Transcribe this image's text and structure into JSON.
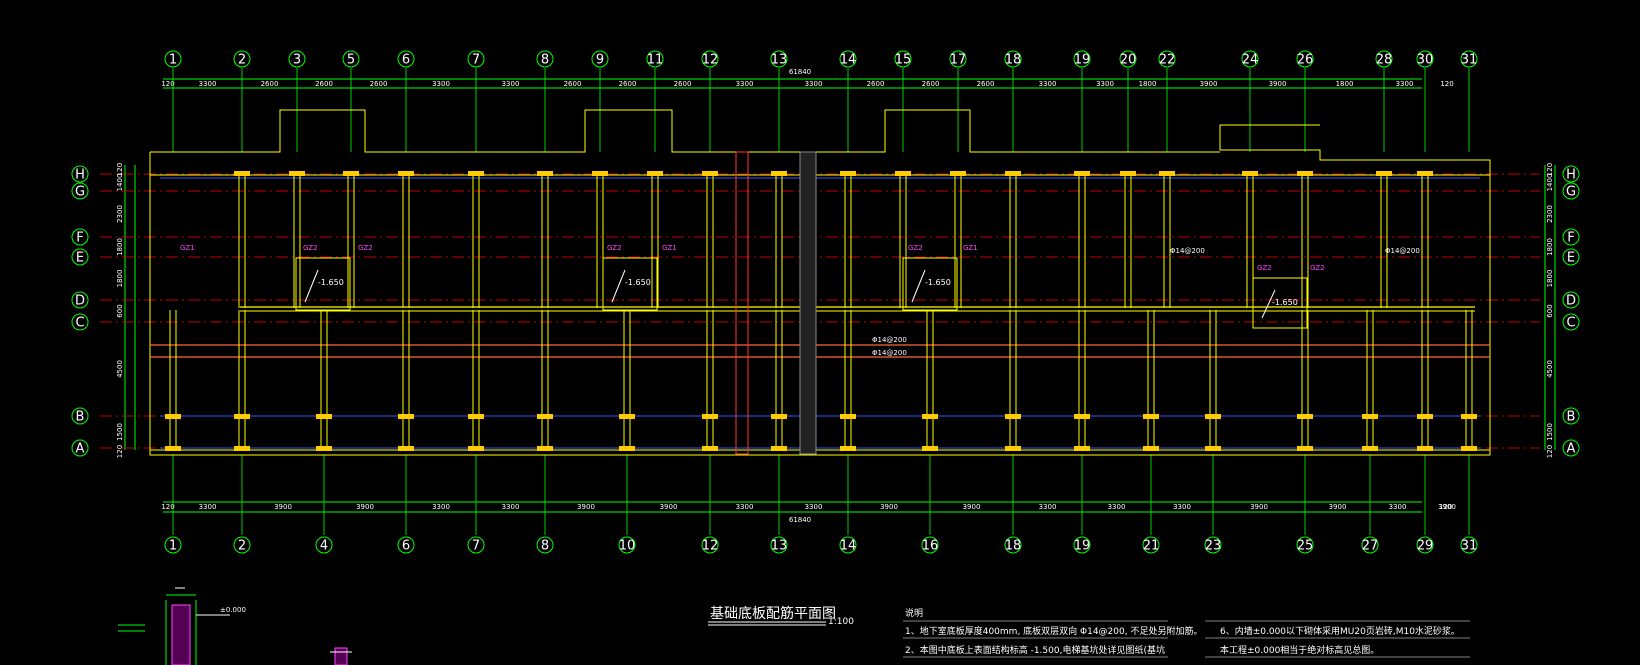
{
  "drawing": {
    "title": "基础底板配筋平面图",
    "scale": "1:100",
    "top_axes": [
      "1",
      "2",
      "3",
      "5",
      "6",
      "7",
      "8",
      "9",
      "11",
      "12",
      "13",
      "14",
      "15",
      "17",
      "18",
      "19",
      "20",
      "22",
      "24",
      "26",
      "28",
      "30",
      "31"
    ],
    "bottom_axes": [
      "1",
      "2",
      "4",
      "6",
      "7",
      "8",
      "10",
      "12",
      "13",
      "14",
      "16",
      "18",
      "19",
      "21",
      "23",
      "25",
      "27",
      "29",
      "31"
    ],
    "row_axes": [
      "H",
      "G",
      "F",
      "E",
      "D",
      "C",
      "B",
      "A"
    ],
    "overall_dimension": "61840",
    "top_dims": [
      "120",
      "3300",
      "2600",
      "2600",
      "2600",
      "3300",
      "3300",
      "2600",
      "2600",
      "2600",
      "3300",
      "3300",
      "2600",
      "2600",
      "2600",
      "3300",
      "3300",
      "1800",
      "3900",
      "3900",
      "1800",
      "3300",
      "120"
    ],
    "bottom_dims": [
      "120",
      "3300",
      "3900",
      "3900",
      "3300",
      "3300",
      "3900",
      "3900",
      "3300",
      "3300",
      "3900",
      "3900",
      "3300",
      "3300",
      "3300",
      "3900",
      "3900",
      "3300",
      "3900",
      "120"
    ],
    "left_dims": [
      "120",
      "1400",
      "2300",
      "1800",
      "1800",
      "600",
      "4500",
      "1500",
      "120"
    ],
    "elevations": [
      "-1.650",
      "-1.650",
      "-1.650",
      "-1.650"
    ],
    "pit_tags": [
      "GZ1",
      "GZ2",
      "GZ2",
      "GZ2",
      "GZ1",
      "GZ2",
      "GZ1",
      "GZ2",
      "GZ2"
    ],
    "rebar_labels": [
      "Φ14@200",
      "Φ14@200",
      "Φ14@200",
      "Φ14@200"
    ],
    "notes_header": "说明",
    "notes_left": [
      "1、地下室底板厚度400mm, 底板双层双向 Φ14@200, 不足处另附加筋。",
      "2、本图中底板上表面结构标高 -1.500,电梯基坑处详见图纸(基坑"
    ],
    "notes_right": [
      "6、内墙±0.000以下砌体采用MU20页岩砖,M10水泥砂浆。",
      "本工程±0.000相当于绝对标高见总图。"
    ],
    "detail_label": "±0.000"
  },
  "colors": {
    "background": "#000000",
    "grid_circle": "#00ff00",
    "axis_line": "#ff0000",
    "wall": "#ffff00",
    "column": "#ffcc00",
    "rebar_blue": "#3355ff",
    "slab_band": "#ff6633",
    "white": "#ffffff",
    "magenta": "#ff44ff"
  }
}
